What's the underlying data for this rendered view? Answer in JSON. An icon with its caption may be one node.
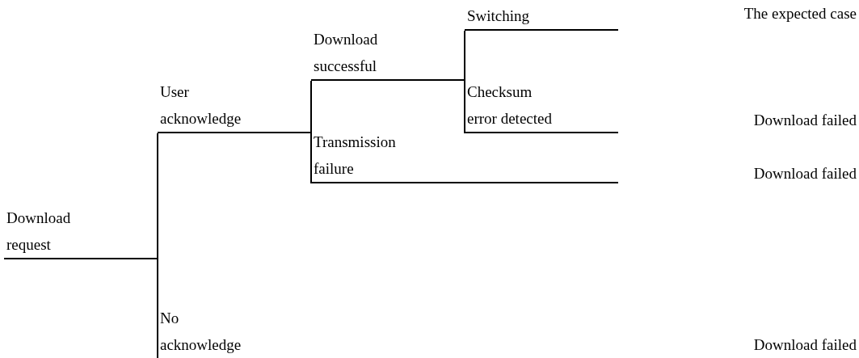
{
  "diagram": {
    "nodes": [
      {
        "text": [
          "Download request"
        ]
      },
      {
        "text": [
          "User acknowledge"
        ]
      },
      {
        "text": [
          "No acknowledge"
        ]
      },
      {
        "text": [
          "Download successful"
        ]
      },
      {
        "text": [
          "Transmission failure"
        ]
      },
      {
        "text": [
          "Switching"
        ]
      },
      {
        "text": [
          "Checksum error detected"
        ]
      }
    ],
    "edges": [
      {
        "from": 0,
        "to": 1,
        "arrow": "none"
      },
      {
        "from": 0,
        "to": 2,
        "arrow": "none"
      },
      {
        "from": 1,
        "to": 3,
        "arrow": "none"
      },
      {
        "from": 1,
        "to": 4,
        "arrow": "none"
      },
      {
        "from": 3,
        "to": 5,
        "arrow": "none"
      },
      {
        "from": 3,
        "to": 6,
        "arrow": "none"
      }
    ],
    "labels": [
      "The expected case",
      "Download failed",
      "Download failed",
      "Download failed"
    ]
  }
}
